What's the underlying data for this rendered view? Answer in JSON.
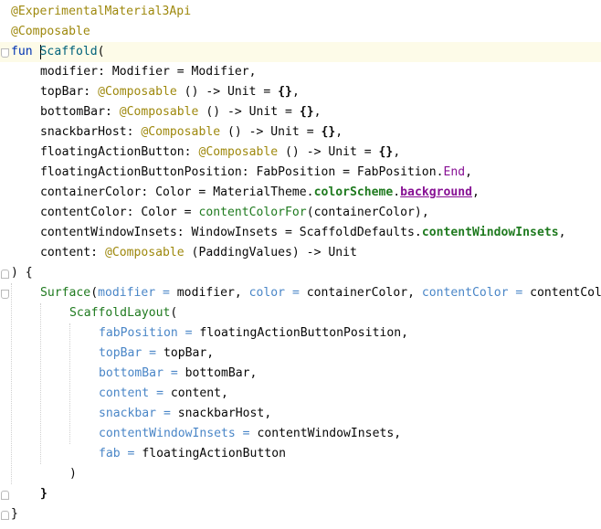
{
  "editor": {
    "language": "Kotlin",
    "colors": {
      "background": "#ffffff",
      "current_line": "#fdfbe8",
      "annotation": "#9e880d",
      "keyword": "#0033b3",
      "function": "#00627a",
      "composable_call": "#1f7a1f",
      "named_argument": "#4a86c7",
      "property": "#871094"
    },
    "current_line_index": 2,
    "lines": [
      {
        "indent": 0,
        "tokens": [
          {
            "t": "@ExperimentalMaterial3Api",
            "c": "annot"
          }
        ]
      },
      {
        "indent": 0,
        "tokens": [
          {
            "t": "@Composable",
            "c": "annot"
          }
        ]
      },
      {
        "indent": 0,
        "fold": "down",
        "tokens": [
          {
            "t": "fun ",
            "c": "kw"
          },
          {
            "t": "|caret|",
            "c": "caret"
          },
          {
            "t": "Scaffold",
            "c": "fn"
          },
          {
            "t": "(",
            "c": "plain"
          }
        ]
      },
      {
        "indent": 1,
        "tokens": [
          {
            "t": "modifier: Modifier = Modifier,",
            "c": "plain"
          }
        ]
      },
      {
        "indent": 1,
        "tokens": [
          {
            "t": "topBar: ",
            "c": "plain"
          },
          {
            "t": "@Composable",
            "c": "annot"
          },
          {
            "t": " () -> Unit = ",
            "c": "plain"
          },
          {
            "t": "{}",
            "c": "bold"
          },
          {
            "t": ",",
            "c": "plain"
          }
        ]
      },
      {
        "indent": 1,
        "tokens": [
          {
            "t": "bottomBar: ",
            "c": "plain"
          },
          {
            "t": "@Composable",
            "c": "annot"
          },
          {
            "t": " () -> Unit = ",
            "c": "plain"
          },
          {
            "t": "{}",
            "c": "bold"
          },
          {
            "t": ",",
            "c": "plain"
          }
        ]
      },
      {
        "indent": 1,
        "tokens": [
          {
            "t": "snackbarHost: ",
            "c": "plain"
          },
          {
            "t": "@Composable",
            "c": "annot"
          },
          {
            "t": " () -> Unit = ",
            "c": "plain"
          },
          {
            "t": "{}",
            "c": "bold"
          },
          {
            "t": ",",
            "c": "plain"
          }
        ]
      },
      {
        "indent": 1,
        "tokens": [
          {
            "t": "floatingActionButton: ",
            "c": "plain"
          },
          {
            "t": "@Composable",
            "c": "annot"
          },
          {
            "t": " () -> Unit = ",
            "c": "plain"
          },
          {
            "t": "{}",
            "c": "bold"
          },
          {
            "t": ",",
            "c": "plain"
          }
        ]
      },
      {
        "indent": 1,
        "tokens": [
          {
            "t": "floatingActionButtonPosition: FabPosition = FabPosition.",
            "c": "plain"
          },
          {
            "t": "End",
            "c": "prop"
          },
          {
            "t": ",",
            "c": "plain"
          }
        ]
      },
      {
        "indent": 1,
        "tokens": [
          {
            "t": "containerColor: Color = MaterialTheme.",
            "c": "plain"
          },
          {
            "t": "colorScheme",
            "c": "green-bold"
          },
          {
            "t": ".",
            "c": "plain"
          },
          {
            "t": "background",
            "c": "bg"
          },
          {
            "t": ",",
            "c": "plain"
          }
        ]
      },
      {
        "indent": 1,
        "tokens": [
          {
            "t": "contentColor: Color = ",
            "c": "plain"
          },
          {
            "t": "contentColorFor",
            "c": "comp"
          },
          {
            "t": "(containerColor),",
            "c": "plain"
          }
        ]
      },
      {
        "indent": 1,
        "tokens": [
          {
            "t": "contentWindowInsets: WindowInsets = ScaffoldDefaults.",
            "c": "plain"
          },
          {
            "t": "contentWindowInsets",
            "c": "green-bold"
          },
          {
            "t": ",",
            "c": "plain"
          }
        ]
      },
      {
        "indent": 1,
        "tokens": [
          {
            "t": "content: ",
            "c": "plain"
          },
          {
            "t": "@Composable",
            "c": "annot"
          },
          {
            "t": " (PaddingValues) -> Unit",
            "c": "plain"
          }
        ]
      },
      {
        "indent": 0,
        "fold": "up",
        "tokens": [
          {
            "t": ") {",
            "c": "plain"
          }
        ]
      },
      {
        "indent": 1,
        "fold": "down",
        "tokens": [
          {
            "t": "Surface",
            "c": "comp"
          },
          {
            "t": "(",
            "c": "plain"
          },
          {
            "t": "modifier = ",
            "c": "named"
          },
          {
            "t": "modifier, ",
            "c": "plain"
          },
          {
            "t": "color = ",
            "c": "named"
          },
          {
            "t": "containerColor, ",
            "c": "plain"
          },
          {
            "t": "contentColor = ",
            "c": "named"
          },
          {
            "t": "contentColor) {",
            "c": "plain"
          }
        ]
      },
      {
        "indent": 2,
        "tokens": [
          {
            "t": "ScaffoldLayout",
            "c": "comp"
          },
          {
            "t": "(",
            "c": "plain"
          }
        ]
      },
      {
        "indent": 3,
        "tokens": [
          {
            "t": "fabPosition = ",
            "c": "named"
          },
          {
            "t": "floatingActionButtonPosition,",
            "c": "plain"
          }
        ]
      },
      {
        "indent": 3,
        "tokens": [
          {
            "t": "topBar = ",
            "c": "named"
          },
          {
            "t": "topBar,",
            "c": "plain"
          }
        ]
      },
      {
        "indent": 3,
        "tokens": [
          {
            "t": "bottomBar = ",
            "c": "named"
          },
          {
            "t": "bottomBar,",
            "c": "plain"
          }
        ]
      },
      {
        "indent": 3,
        "tokens": [
          {
            "t": "content = ",
            "c": "named"
          },
          {
            "t": "content,",
            "c": "plain"
          }
        ]
      },
      {
        "indent": 3,
        "tokens": [
          {
            "t": "snackbar = ",
            "c": "named"
          },
          {
            "t": "snackbarHost,",
            "c": "plain"
          }
        ]
      },
      {
        "indent": 3,
        "tokens": [
          {
            "t": "contentWindowInsets = ",
            "c": "named"
          },
          {
            "t": "contentWindowInsets,",
            "c": "plain"
          }
        ]
      },
      {
        "indent": 3,
        "tokens": [
          {
            "t": "fab = ",
            "c": "named"
          },
          {
            "t": "floatingActionButton",
            "c": "plain"
          }
        ]
      },
      {
        "indent": 2,
        "tokens": [
          {
            "t": ")",
            "c": "plain"
          }
        ]
      },
      {
        "indent": 1,
        "fold": "up",
        "tokens": [
          {
            "t": "}",
            "c": "bold"
          }
        ]
      },
      {
        "indent": 0,
        "fold": "up",
        "tokens": [
          {
            "t": "}",
            "c": "plain"
          }
        ]
      }
    ]
  }
}
